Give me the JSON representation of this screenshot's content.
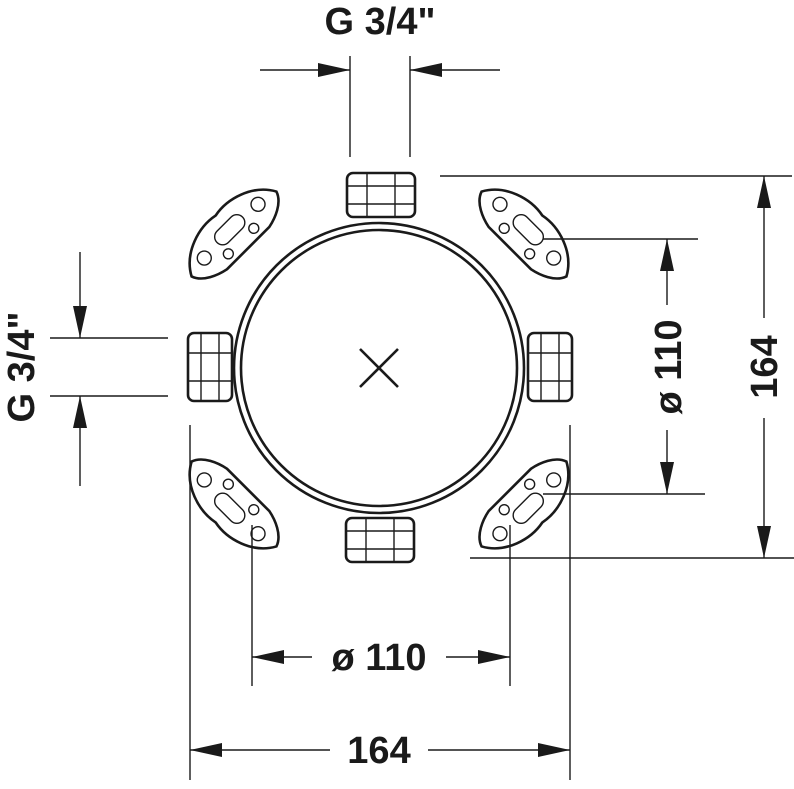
{
  "dimensions": {
    "top_thread": "G 3/4\"",
    "left_thread": "G 3/4\"",
    "inner_diameter_bottom": "ø 110",
    "inner_diameter_right": "ø 110",
    "overall_width": "164",
    "overall_height": "164"
  },
  "colors": {
    "ink": "#1a1a1a",
    "background": "#ffffff"
  },
  "icons": {
    "center_mark": "cross-icon"
  }
}
